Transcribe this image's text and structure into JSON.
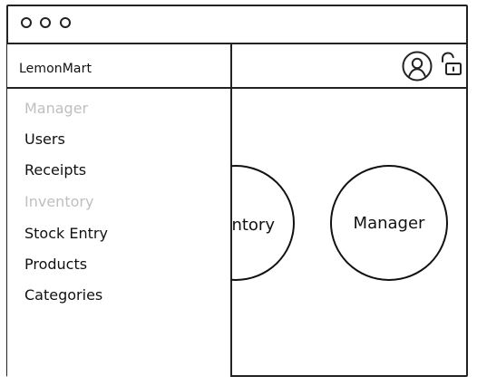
{
  "window": {
    "controls": [
      "close-window",
      "minimize-window",
      "maximize-window"
    ]
  },
  "header": {
    "brand": "LemonMart",
    "icons": {
      "profile": "user-profile-icon",
      "lock": "unlocked-lock-icon"
    }
  },
  "drawer": {
    "sections": [
      {
        "label": "Manager",
        "items": [
          {
            "label": "Users"
          },
          {
            "label": "Receipts"
          }
        ]
      },
      {
        "label": "Inventory",
        "items": [
          {
            "label": "Stock Entry"
          },
          {
            "label": "Products"
          },
          {
            "label": "Categories"
          }
        ]
      }
    ]
  },
  "main": {
    "cards": [
      {
        "label": "Inventory"
      },
      {
        "label": "Manager"
      }
    ]
  },
  "colors": {
    "stroke": "#222222",
    "text": "#111111",
    "muted_text": "#bfbfbf",
    "background": "#ffffff"
  }
}
